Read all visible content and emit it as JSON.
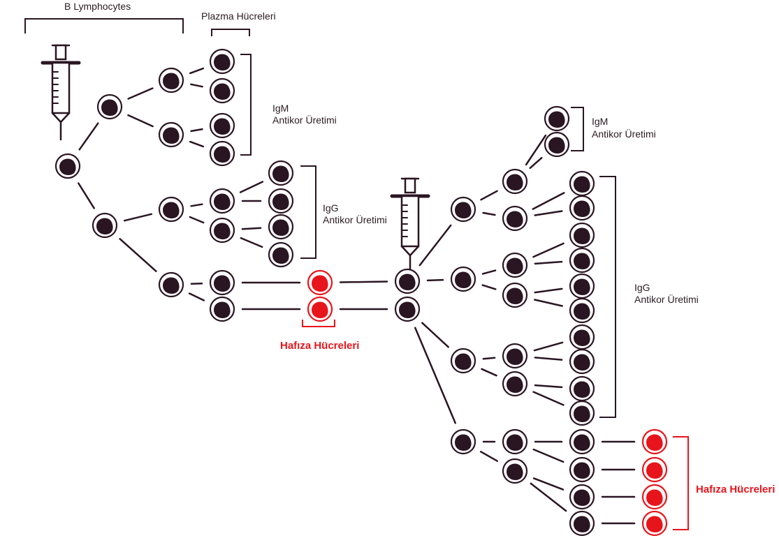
{
  "labels": {
    "b_lymphocytes": "B Lymphocytes",
    "plasma_cells": "Plazma Hücreleri",
    "igm_1": "IgM",
    "igm_1_sub": "Antikor Üretimi",
    "igg_1": "IgG",
    "igg_1_sub": "Antikor Üretimi",
    "igm_2": "IgM",
    "igm_2_sub": "Antikor Üretimi",
    "igg_2": "IgG",
    "igg_2_sub": "Antikor Üretimi",
    "memory_1": "Hafıza Hücreleri",
    "memory_2": "Hafıza Hücreleri"
  },
  "colors": {
    "cell": "#2a1522",
    "memory_cell": "#e8141b",
    "line": "#2a1522",
    "memory_bracket": "#e8141b"
  },
  "icons": [
    "syringe-icon",
    "syringe-icon"
  ]
}
